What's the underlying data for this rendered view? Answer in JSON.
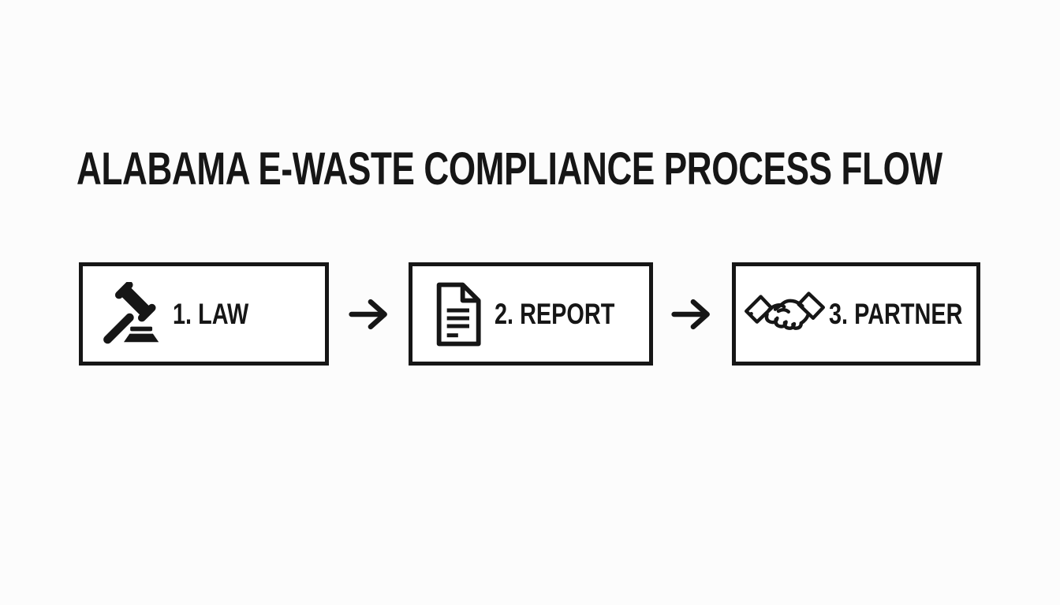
{
  "title": "ALABAMA E-WASTE COMPLIANCE PROCESS FLOW",
  "colors": {
    "background": "#fcfcfc",
    "ink": "#161616",
    "box_background": "#ffffff"
  },
  "flow": {
    "steps": [
      {
        "label": "1. LAW",
        "icon": "gavel-icon"
      },
      {
        "label": "2. REPORT",
        "icon": "document-icon"
      },
      {
        "label": "3. PARTNER",
        "icon": "handshake-icon"
      }
    ],
    "connectors": [
      {
        "icon": "arrow-right-icon"
      },
      {
        "icon": "arrow-right-icon"
      }
    ]
  }
}
